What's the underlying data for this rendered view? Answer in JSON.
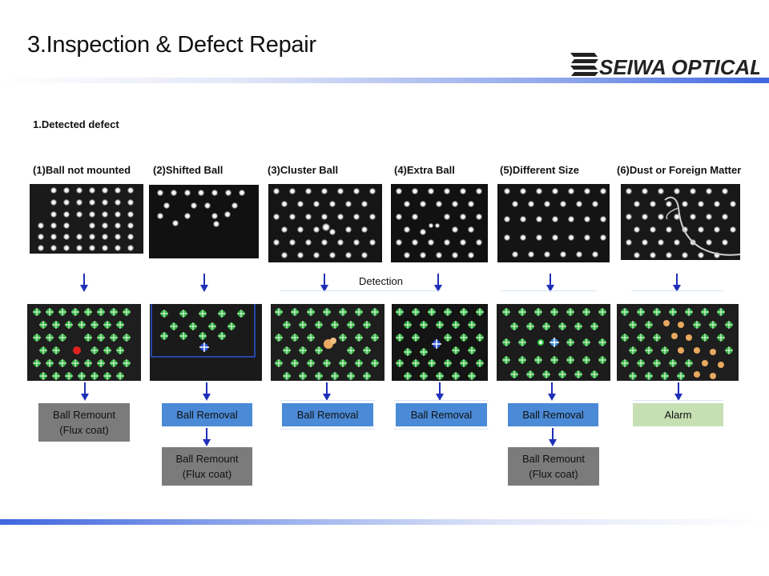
{
  "slide": {
    "title": "3.Inspection & Defect Repair",
    "logo_text": "SEIWA OPTICAL",
    "section_heading": "1.Detected defect",
    "detection_label": "Detection"
  },
  "columns": [
    {
      "label": "(1)Ball not mounted",
      "action": "Ball Remount\n(Flux coat)",
      "action_style": "gray",
      "followup": ""
    },
    {
      "label": "(2)Shifted Ball",
      "action": "Ball Removal",
      "action_style": "blue",
      "followup": "Ball Remount\n(Flux coat)"
    },
    {
      "label": "(3)Cluster Ball",
      "action": "Ball Removal",
      "action_style": "blue",
      "followup": ""
    },
    {
      "label": "(4)Extra Ball",
      "action": "Ball Removal",
      "action_style": "blue",
      "followup": ""
    },
    {
      "label": "(5)Different Size",
      "action": "Ball Removal",
      "action_style": "blue",
      "followup": "Ball Remount\n(Flux coat)"
    },
    {
      "label": "(6)Dust or Foreign Matter",
      "action": "Alarm",
      "action_style": "green",
      "followup": ""
    }
  ],
  "colors": {
    "arrow": "#1f2fb8",
    "gray_box": "#7b7b7b",
    "blue_box": "#4a8ad6",
    "green_box": "#c6e0b4",
    "detect_mark": "#2ecc40",
    "defect_mark": "#e02020",
    "foreign_mark": "#e8a860"
  }
}
